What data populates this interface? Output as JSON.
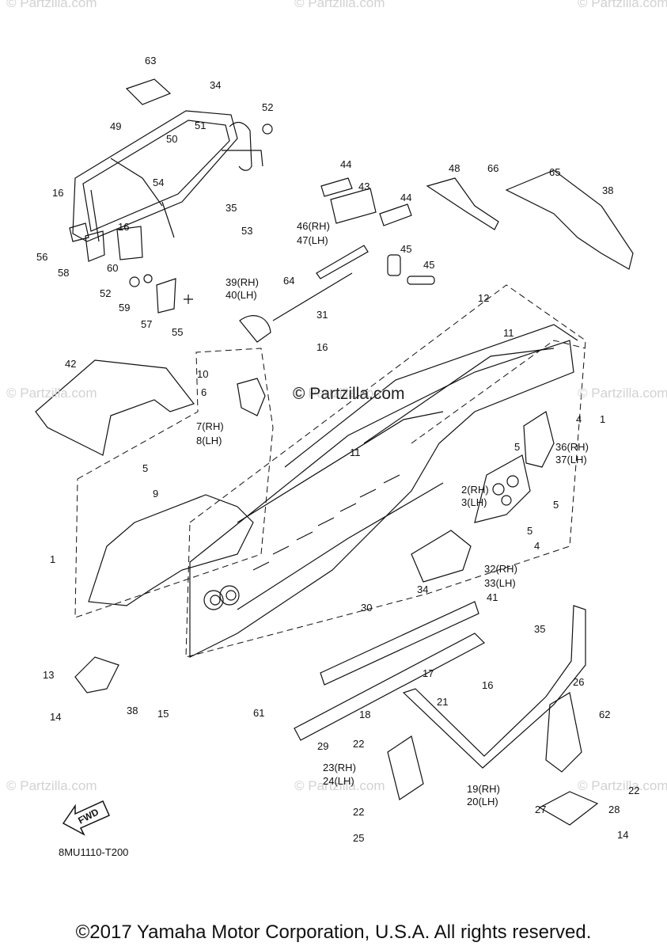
{
  "watermarks": [
    "© Partzilla.com",
    "© Partzilla.com",
    "© Partzilla.com",
    "© Partzilla.com",
    "© Partzilla.com",
    "© Partzilla.com",
    "© Partzilla.com",
    "© Partzilla.com",
    "© Partzilla.com"
  ],
  "center_watermark": "© Partzilla.com",
  "diagram_code": "8MU1110-T200",
  "copyright": "©2017 Yamaha Motor Corporation, U.S.A. All rights reserved.",
  "fwd_label": "FWD",
  "callouts": [
    "63",
    "34",
    "52",
    "49",
    "51",
    "50",
    "54",
    "35",
    "53",
    "16",
    "16",
    "56",
    "58",
    "60",
    "52",
    "59",
    "57",
    "55",
    "44",
    "43",
    "44",
    "48",
    "66",
    "65",
    "38",
    "46(RH)",
    "47(LH)",
    "45",
    "45",
    "64",
    "39(RH)",
    "40(LH)",
    "12",
    "31",
    "11",
    "42",
    "10",
    "16",
    "6",
    "7(RH)",
    "8(LH)",
    "4",
    "1",
    "36(RH)",
    "37(LH)",
    "5",
    "11",
    "5",
    "2(RH)",
    "3(LH)",
    "5",
    "9",
    "5",
    "4",
    "1",
    "32(RH)",
    "33(LH)",
    "34",
    "30",
    "41",
    "35",
    "13",
    "14",
    "38",
    "15",
    "61",
    "17",
    "21",
    "16",
    "26",
    "18",
    "62",
    "29",
    "22",
    "23(RH)",
    "24(LH)",
    "19(RH)",
    "20(LH)",
    "22",
    "27",
    "28",
    "22",
    "25",
    "14"
  ]
}
